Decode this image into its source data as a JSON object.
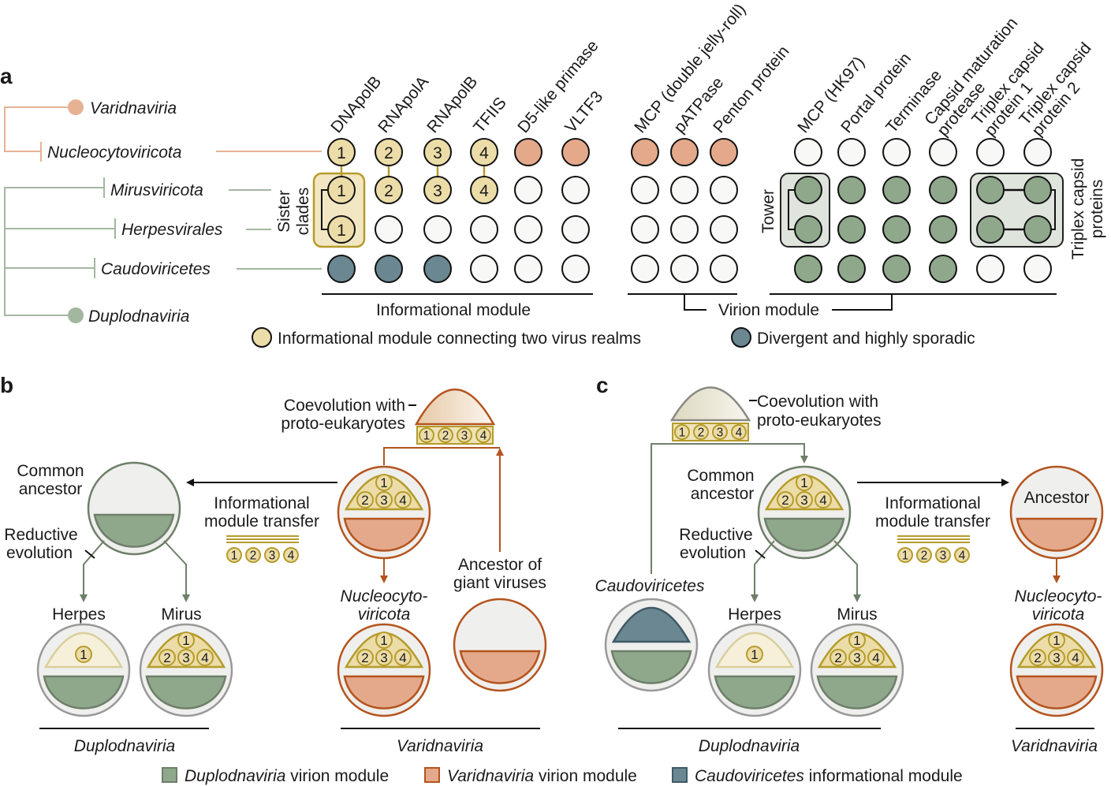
{
  "panels": {
    "a": "a",
    "b": "b",
    "c": "c"
  },
  "colors": {
    "yellow_fill": "#ecdca8",
    "yellow_stroke": "#b59c2a",
    "orange_fill": "#e4a98a",
    "orange_stroke": "#b4541e",
    "green_fill": "#8fa88c",
    "green_stroke": "#6e7f69",
    "blue_fill": "#6b8792",
    "blue_stroke": "#3f5a66",
    "empty_fill": "#f8f8f6",
    "particle_bg": "#efefed",
    "tree_orange": "#e6b293",
    "tree_green": "#a3b7a0",
    "herpes_dome": "#f6f0db"
  },
  "tree": {
    "varidnaviria": "Varidnaviria",
    "nucleocytoviricota": "Nucleocytoviricota",
    "mirusviricota": "Mirusviricota",
    "herpesvirales": "Herpesvirales",
    "caudoviricetes": "Caudoviricetes",
    "duplodnaviria": "Duplodnaviria"
  },
  "matrix": {
    "columns": [
      [
        "DNApolB"
      ],
      [
        "RNApolA"
      ],
      [
        "RNApolB"
      ],
      [
        "TFIIS"
      ],
      [
        "D5-like primase"
      ],
      [
        "VLTF3"
      ],
      [
        "MCP (double jelly-roll)"
      ],
      [
        "pATPase"
      ],
      [
        "Penton protein"
      ],
      [
        "MCP (HK97)"
      ],
      [
        "Portal protein"
      ],
      [
        "Terminase"
      ],
      [
        "Capsid maturation",
        "protease"
      ],
      [
        "Triplex capsid",
        "protein 1"
      ],
      [
        "Triplex capsid",
        "protein 2"
      ]
    ],
    "rows": [
      [
        "Y1",
        "Y2",
        "Y3",
        "Y4",
        "O",
        "O",
        "O",
        "O",
        "O",
        "W",
        "W",
        "W",
        "W",
        "W",
        "W"
      ],
      [
        "Y1",
        "Y2",
        "Y3",
        "Y4",
        "W",
        "W",
        "W",
        "W",
        "W",
        "G",
        "G",
        "G",
        "G",
        "G",
        "G"
      ],
      [
        "Y1",
        "W",
        "W",
        "W",
        "W",
        "W",
        "W",
        "W",
        "W",
        "G",
        "G",
        "G",
        "G",
        "G",
        "G"
      ],
      [
        "B",
        "B",
        "B",
        "W",
        "W",
        "W",
        "W",
        "W",
        "W",
        "G",
        "G",
        "G",
        "G",
        "W",
        "W"
      ]
    ],
    "sister_clades": [
      "Sister",
      "clades"
    ],
    "tower": "Tower",
    "triplex": [
      "Triplex capsid",
      "proteins"
    ],
    "informational_module": "Informational module",
    "virion_module": "Virion module"
  },
  "legend_a": {
    "yellow": "Informational module connecting two virus realms",
    "blue": "Divergent and highly sporadic"
  },
  "tokens": [
    "1",
    "2",
    "3",
    "4"
  ],
  "panel_b": {
    "coevolution": [
      "Coevolution with",
      "proto-eukaryotes"
    ],
    "common_ancestor": [
      "Common",
      "ancestor"
    ],
    "reductive": [
      "Reductive",
      "evolution"
    ],
    "transfer": [
      "Informational",
      "module transfer"
    ],
    "herpes": "Herpes",
    "mirus": "Mirus",
    "nucleo": [
      "Nucleocyto-",
      "viricota"
    ],
    "giant": [
      "Ancestor of",
      "giant viruses"
    ],
    "duplodnaviria": "Duplodnaviria",
    "varidnaviria": "Varidnaviria"
  },
  "panel_c": {
    "coevolution": [
      "Coevolution with",
      "proto-eukaryotes"
    ],
    "common_ancestor": [
      "Common",
      "ancestor"
    ],
    "reductive": [
      "Reductive",
      "evolution"
    ],
    "transfer": [
      "Informational",
      "module transfer"
    ],
    "caudo": "Caudoviricetes",
    "herpes": "Herpes",
    "mirus": "Mirus",
    "ancestor": "Ancestor",
    "nucleo": [
      "Nucleocyto-",
      "viricota"
    ],
    "duplodnaviria": "Duplodnaviria",
    "varidnaviria": "Varidnaviria"
  },
  "legend_bottom": {
    "duplo": [
      "Duplodnaviria",
      " virion module"
    ],
    "varid": [
      "Varidnaviria",
      " virion module"
    ],
    "caudo": [
      "Caudoviricetes",
      " informational module"
    ]
  }
}
